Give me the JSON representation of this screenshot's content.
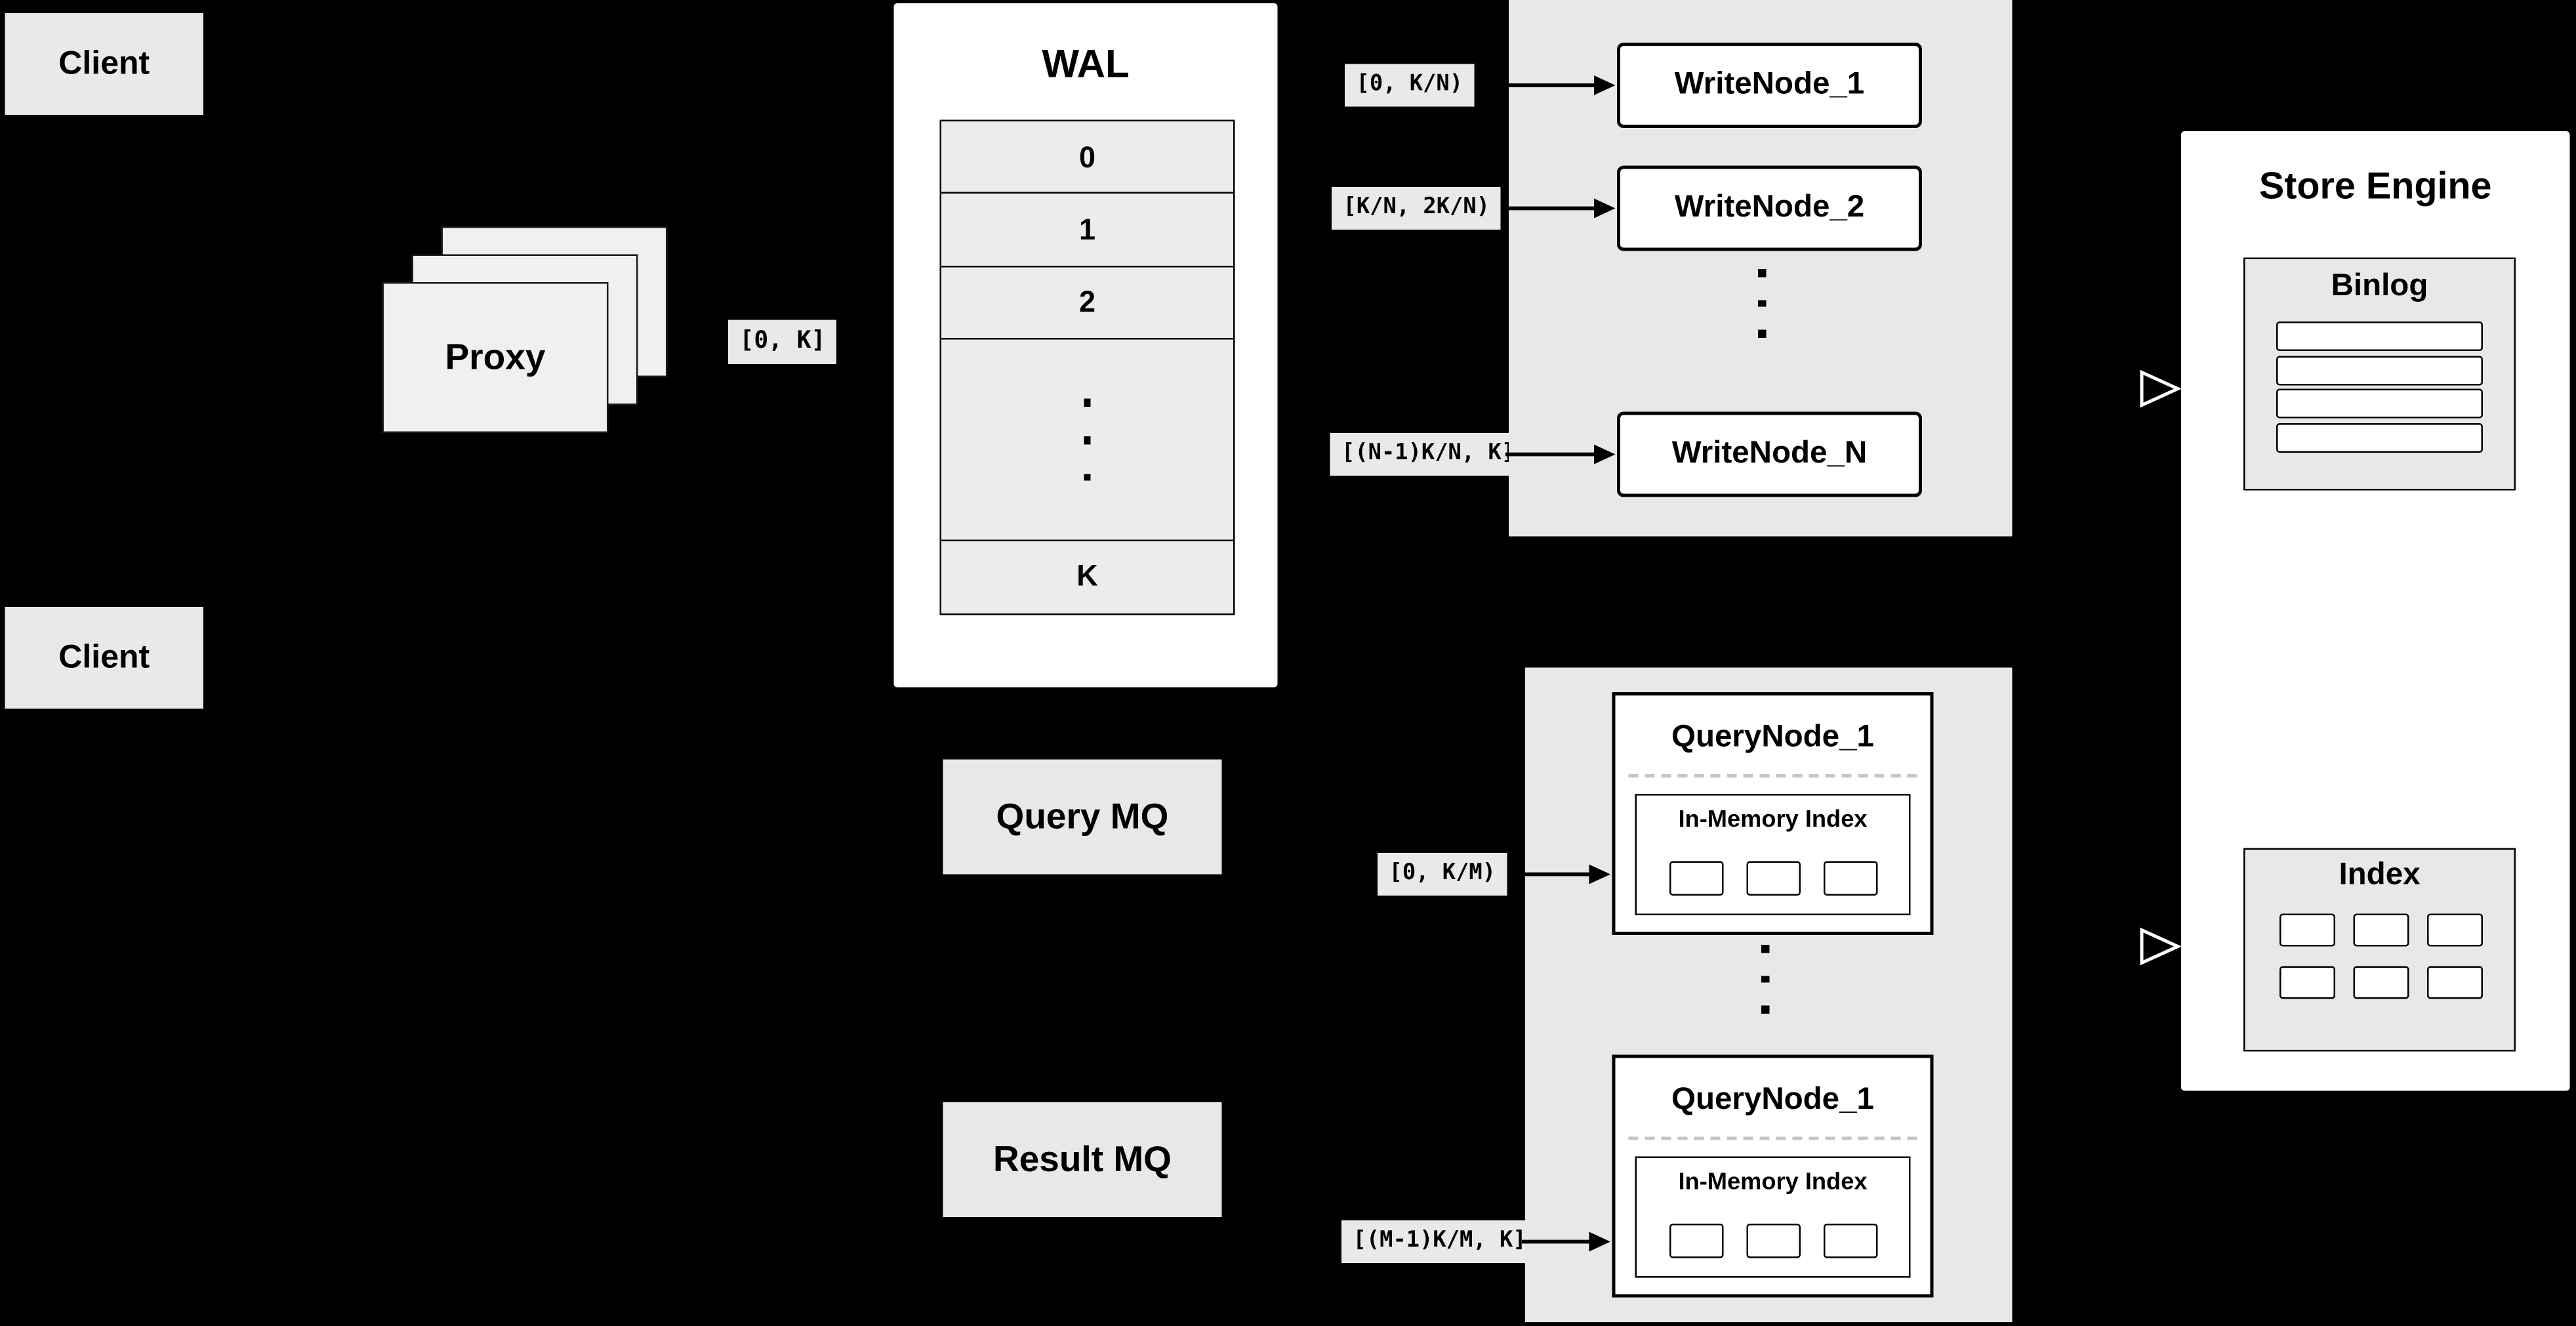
{
  "diagram": {
    "clients": {
      "top": "Client",
      "bottom": "Client"
    },
    "proxy": {
      "label": "Proxy"
    },
    "wal": {
      "title": "WAL",
      "rows": [
        "0",
        "1",
        "2"
      ],
      "ellipsis": "⋮",
      "last_row": "K"
    },
    "edge_labels": {
      "proxy_out": "[0, K]",
      "write_1": "[0, K/N)",
      "write_2": "[K/N, 2K/N)",
      "write_n": "[(N-1)K/N, K]",
      "query_1": "[0, K/M)",
      "query_m": "[(M-1)K/M, K]"
    },
    "write_nodes": {
      "node_1": "WriteNode_1",
      "node_2": "WriteNode_2",
      "node_n": "WriteNode_N",
      "ellipsis": "⋮"
    },
    "mq": {
      "query": "Query MQ",
      "result": "Result MQ"
    },
    "query_nodes": {
      "node_1": {
        "title": "QueryNode_1",
        "index_label": "In-Memory Index"
      },
      "node_2": {
        "title": "QueryNode_1",
        "index_label": "In-Memory Index"
      },
      "ellipsis": "⋮"
    },
    "store_engine": {
      "title": "Store Engine",
      "binlog_title": "Binlog",
      "index_title": "Index"
    },
    "colors": {
      "background": "#000000",
      "panel_gray": "#e8e8e8",
      "box_gray": "#e9e9e9",
      "row_gray": "#ececec",
      "node_white": "#ffffff",
      "border_black": "#000000"
    }
  }
}
